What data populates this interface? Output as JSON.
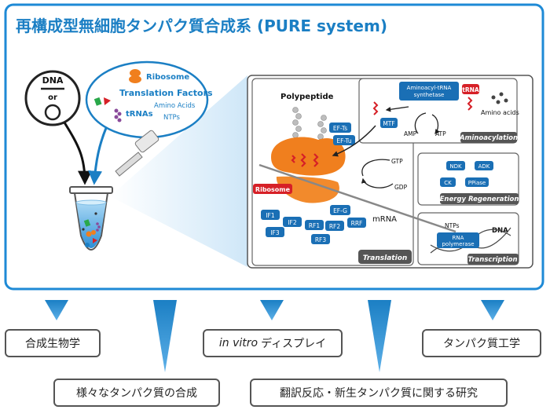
{
  "title": "再構成型無細胞タンパク質合成系 (PURE system)",
  "inputs": {
    "dna_label": "DNA",
    "or_label": "or",
    "components": [
      "Ribosome",
      "Translation Factors",
      "Amino Acids",
      "tRNAs",
      "NTPs"
    ]
  },
  "detail": {
    "polypeptide": "Polypeptide",
    "ribosome": "Ribosome",
    "mrna": "mRNA",
    "translation_factors": [
      "EF-Ts",
      "EF-Tu",
      "IF1",
      "IF2",
      "IF3",
      "RF1",
      "RF2",
      "RF3",
      "EF-G",
      "RRF"
    ],
    "aminoacyl_synthetase": "Aminoacyl-tRNA synthetase",
    "trna": "tRNA",
    "amino_acids": "Amino acids",
    "mtf": "MTF",
    "amp": "AMP",
    "atp": "ATP",
    "gtp": "GTP",
    "gdp": "GDP",
    "energy_enzymes": [
      "NDK",
      "ADK",
      "CK",
      "PPiase"
    ],
    "ntps": "NTPs",
    "dna": "DNA",
    "rna_polymerase": "RNA polymerase",
    "section_titles": {
      "translation": "Translation",
      "aminoacylation": "Aminoacylation",
      "energy": "Energy Regeneration",
      "transcription": "Transcription"
    }
  },
  "applications": {
    "synthetic_biology": "合成生物学",
    "protein_synthesis": "様々なタンパク質の合成",
    "in_vitro_italic": "in vitro",
    "display": "ディスプレイ",
    "translation_research": "翻訳反応・新生タンパク質に関する研究",
    "protein_engineering": "タンパク質工学"
  },
  "colors": {
    "accent_blue": "#1b7fc4",
    "frame_blue": "#1e8ad6",
    "ribosome_orange": "#f07f1e",
    "trna_red": "#d62027",
    "factor_blue": "#1a6fb5"
  }
}
